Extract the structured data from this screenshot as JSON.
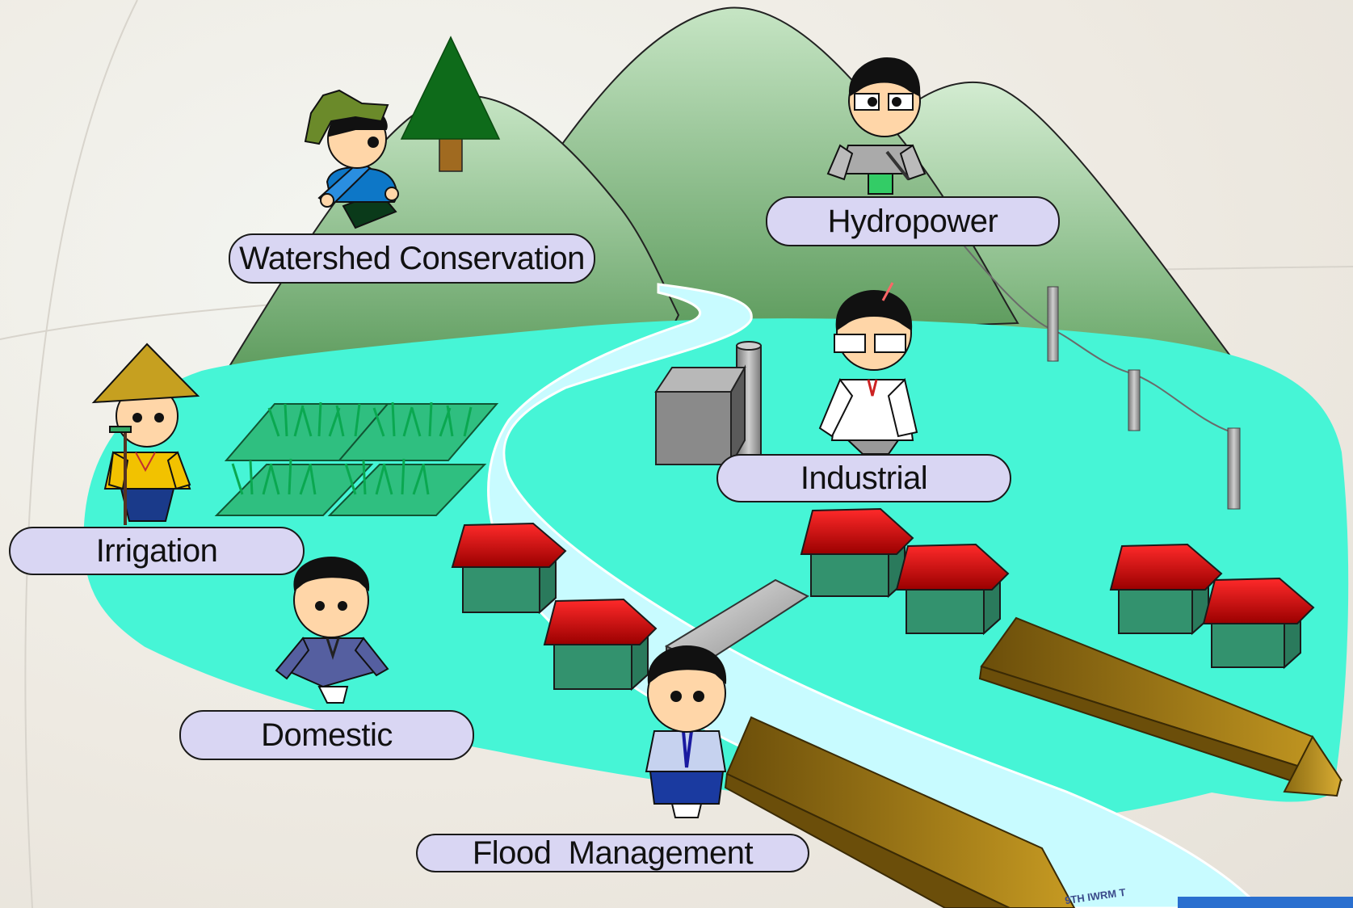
{
  "labels": {
    "watershed": "Watershed Conservation",
    "hydropower": "Hydropower",
    "industrial": "Industrial",
    "irrigation": "Irrigation",
    "domestic": "Domestic",
    "flood": "Flood  Management"
  },
  "logo": {
    "text": "9TH IWRM T"
  },
  "colors": {
    "land": "#46f5d6",
    "river": "#c8fbff",
    "mountain_light": "#c6e5c4",
    "mountain_dark": "#5b9a5b",
    "pill_fill": "#d9d6f3",
    "roof": "#e00000",
    "house_wall": "#33926e",
    "levee": "#a07a12",
    "skin": "#ffd6a8",
    "rice": "#33d77a"
  }
}
